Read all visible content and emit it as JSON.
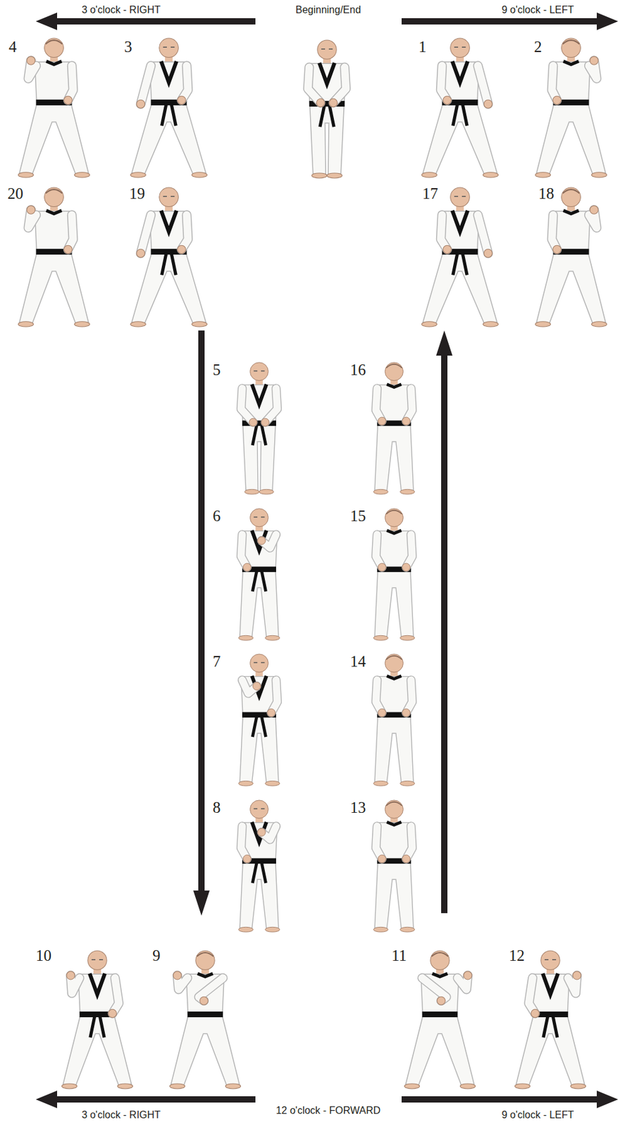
{
  "diagram": {
    "labels": [
      "3 o'clock - RIGHT",
      "Beginning/End",
      "9 o'clock - LEFT",
      "4",
      "3",
      "1",
      "2",
      "20",
      "19",
      "17",
      "18",
      "5",
      "16",
      "6",
      "15",
      "7",
      "14",
      "8",
      "13",
      "10",
      "9",
      "11",
      "12",
      "3 o'clock - RIGHT",
      "12 o'clock - FORWARD",
      "9 o'clock - LEFT"
    ]
  }
}
